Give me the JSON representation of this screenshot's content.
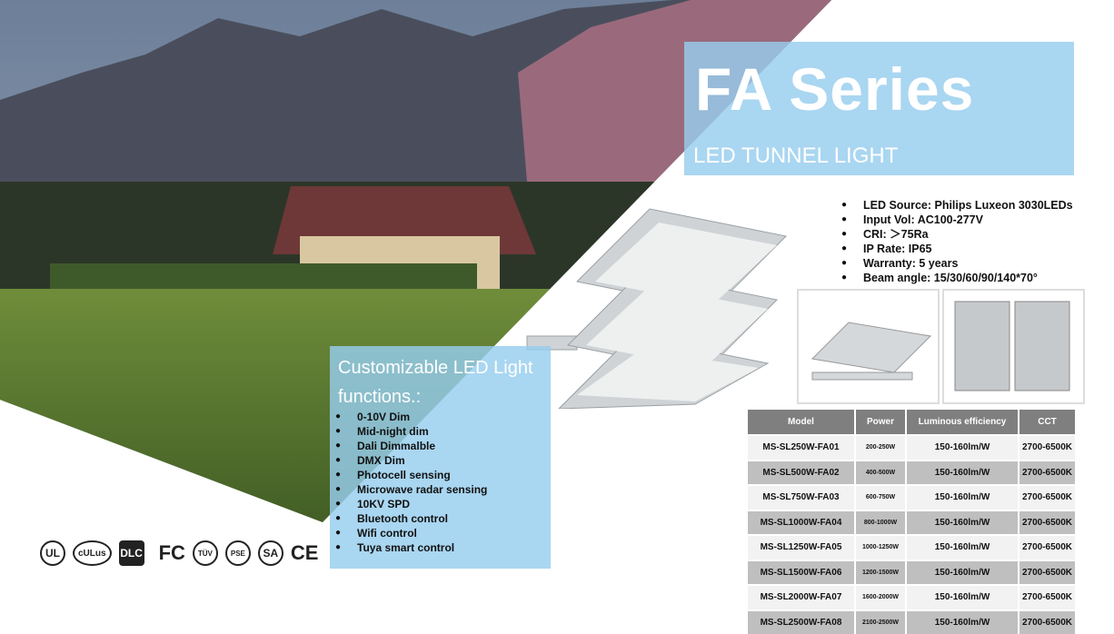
{
  "header": {
    "title": "FA Series",
    "subtitle": "LED TUNNEL LIGHT"
  },
  "specs": [
    "LED Source: Philips Luxeon 3030LEDs",
    "Input Vol:   AC100-277V",
    "CRI:  ＞75Ra",
    "IP Rate: IP65",
    "Warranty: 5 years",
    "Beam angle: 15/30/60/90/140*70°"
  ],
  "functions": {
    "title": "Customizable LED Light functions.:",
    "items": [
      "0-10V Dim",
      "Mid-night dim",
      "Dali Dimmalble",
      "DMX Dim",
      "Photocell sensing",
      "Microwave radar sensing",
      "10KV SPD",
      "Bluetooth control",
      "Wifi control",
      "Tuya smart control"
    ]
  },
  "certifications": [
    "UL",
    "cULus",
    "DLC",
    "FC",
    "TÜV",
    "PSE",
    "SA",
    "CE"
  ],
  "table": {
    "headers": [
      "Model",
      "Power",
      "Luminous efficiency",
      "CCT"
    ],
    "rows": [
      [
        "MS-SL250W-FA01",
        "200-250W",
        "150-160lm/W",
        "2700-6500K"
      ],
      [
        "MS-SL500W-FA02",
        "400-500W",
        "150-160lm/W",
        "2700-6500K"
      ],
      [
        "MS-SL750W-FA03",
        "600-750W",
        "150-160lm/W",
        "2700-6500K"
      ],
      [
        "MS-SL1000W-FA04",
        "800-1000W",
        "150-160lm/W",
        "2700-6500K"
      ],
      [
        "MS-SL1250W-FA05",
        "1000-1250W",
        "150-160lm/W",
        "2700-6500K"
      ],
      [
        "MS-SL1500W-FA06",
        "1200-1500W",
        "150-160lm/W",
        "2700-6500K"
      ],
      [
        "MS-SL2000W-FA07",
        "1600-2000W",
        "150-160lm/W",
        "2700-6500K"
      ],
      [
        "MS-SL2500W-FA08",
        "2100-2500W",
        "150-160lm/W",
        "2700-6500K"
      ]
    ]
  }
}
